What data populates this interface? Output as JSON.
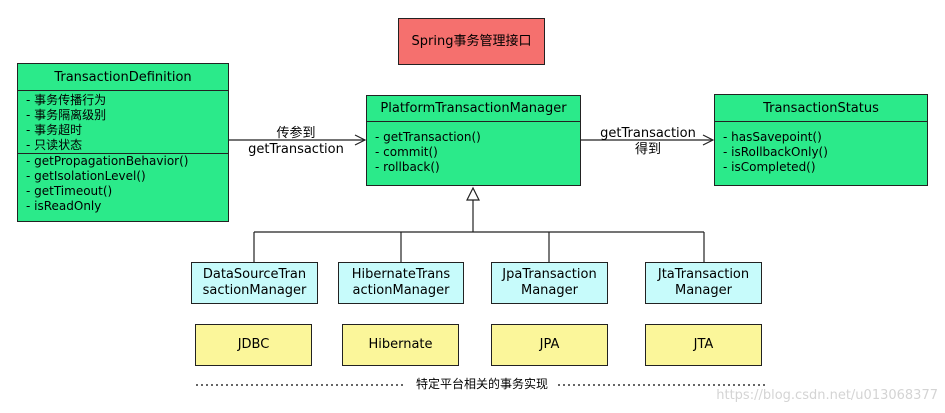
{
  "interface_box": {
    "label": "Spring事务管理接口"
  },
  "manager": {
    "title": "PlatformTransactionManager",
    "methods": [
      "- getTransaction()",
      "- commit()",
      "- rollback()"
    ]
  },
  "definition": {
    "title": "TransactionDefinition",
    "properties": [
      "- 事务传播行为",
      "- 事务隔离级别",
      "- 事务超时",
      "- 只读状态"
    ],
    "methods": [
      "- getPropagationBehavior()",
      "- getIsolationLevel()",
      "- getTimeout()",
      "- isReadOnly"
    ]
  },
  "status": {
    "title": "TransactionStatus",
    "methods": [
      "- hasSavepoint()",
      "- isRollbackOnly()",
      "- isCompleted()"
    ]
  },
  "edge_labels": {
    "left_line1": "传参到",
    "left_line2": "getTransaction",
    "right_line1": "getTransaction",
    "right_line2": "得到"
  },
  "implementations": [
    {
      "line1": "DataSourceTran",
      "line2": "sactionManager",
      "tech": "JDBC"
    },
    {
      "line1": "HibernateTrans",
      "line2": "actionManager",
      "tech": "Hibernate"
    },
    {
      "line1": "JpaTransaction",
      "line2": "Manager",
      "tech": "JPA"
    },
    {
      "line1": "JtaTransaction",
      "line2": "Manager",
      "tech": "JTA"
    }
  ],
  "footer": {
    "caption": "特定平台相关的事务实现"
  },
  "watermark": "https://blog.csdn.net/u013068377"
}
